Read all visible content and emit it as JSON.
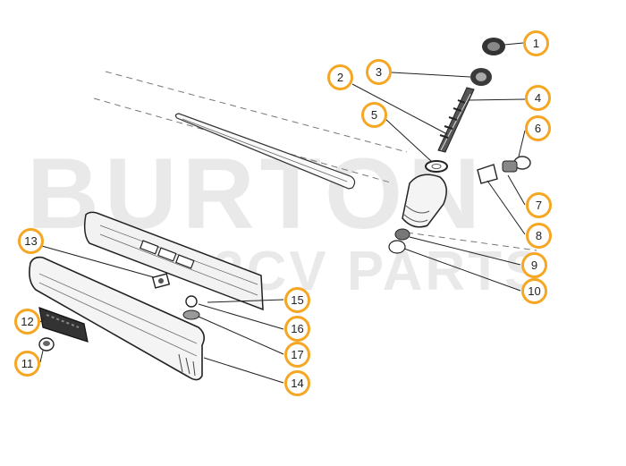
{
  "watermark": {
    "main": "BURTON",
    "sub": "2CV PARTS"
  },
  "callout_color": "#f5a623",
  "callouts": [
    "1",
    "2",
    "3",
    "4",
    "5",
    "6",
    "7",
    "8",
    "9",
    "10",
    "11",
    "12",
    "13",
    "14",
    "15",
    "16",
    "17"
  ]
}
